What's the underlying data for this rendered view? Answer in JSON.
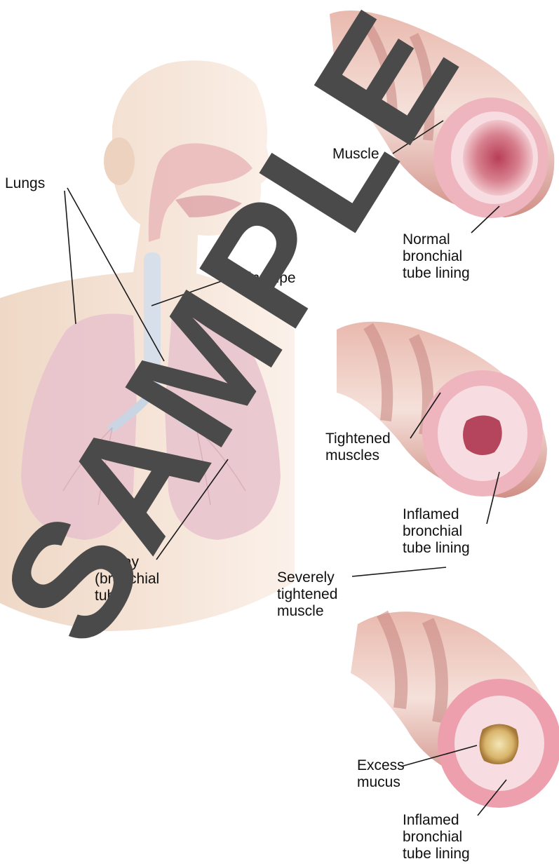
{
  "labels": {
    "lungs": "Lungs",
    "windpipe": "Windpipe",
    "airway": "Airway\n(bronchial\ntube)",
    "muscle": "Muscle",
    "normal_lining": "Normal\nbronchial\ntube lining",
    "tightened_muscles": "Tightened\nmuscles",
    "inflamed_lining_1": "Inflamed\nbronchial\ntube lining",
    "severely_tightened": "Severely\ntightened\nmuscle",
    "excess_mucus": "Excess\nmucus",
    "inflamed_lining_2": "Inflamed\nbronchial\ntube lining"
  },
  "watermark": "SAMPLE",
  "colors": {
    "skin": "#f3e1d3",
    "lung": "#e8c2cc",
    "tube_band": "#d99a92",
    "tube_light": "#f2dcd6",
    "mucus": "#d8b46a",
    "watermark": "#4a4a4a"
  }
}
